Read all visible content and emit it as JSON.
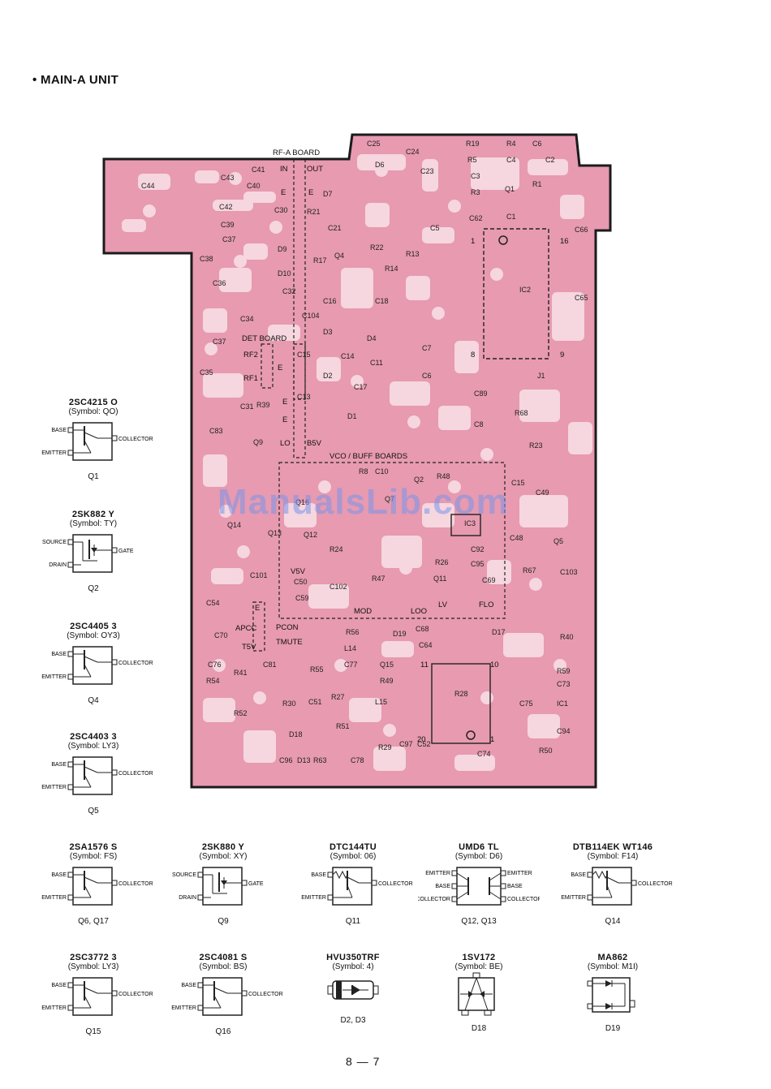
{
  "section_title": "• MAIN-A UNIT",
  "page_number": "8 — 7",
  "watermark": "ManualsLib.com",
  "board": {
    "sub_boards": [
      {
        "label": "RF-A BOARD",
        "pins": [
          "IN",
          "OUT",
          "E",
          "E"
        ]
      },
      {
        "label": "DET BOARD",
        "pins": [
          "RF2",
          "RF1",
          "E",
          "E",
          "E",
          "LO",
          "B5V"
        ]
      },
      {
        "label": "VCO / BUFF BOARDS",
        "pins": [
          "V5V",
          "MOD",
          "LOO",
          "LV",
          "FLO",
          "APCC",
          "T5V",
          "PCON",
          "TMUTE",
          "E"
        ]
      }
    ],
    "ic_pins": [
      "1",
      "16",
      "8",
      "9",
      "11",
      "10",
      "20",
      "1"
    ],
    "components": [
      "C25",
      "C24",
      "R19",
      "R4",
      "C6",
      "C41",
      "C43",
      "C40",
      "C44",
      "D6",
      "C23",
      "R5",
      "C4",
      "C2",
      "C3",
      "R3",
      "Q1",
      "R1",
      "D7",
      "C42",
      "C39",
      "C37",
      "C30",
      "R21",
      "C21",
      "C62",
      "C1",
      "C66",
      "C38",
      "D9",
      "R17",
      "Q4",
      "R22",
      "R13",
      "C5",
      "C36",
      "D10",
      "C32",
      "R14",
      "IC2",
      "C16",
      "C65",
      "C34",
      "C104",
      "C18",
      "C37",
      "D3",
      "D4",
      "C15",
      "C7",
      "J1",
      "C35",
      "C14",
      "C11",
      "C6",
      "C13",
      "D2",
      "C17",
      "C89",
      "C31",
      "R39",
      "D1",
      "R68",
      "C83",
      "Q9",
      "C8",
      "R23",
      "Q2",
      "R48",
      "C10",
      "R8",
      "C15",
      "C49",
      "Q7",
      "Q16",
      "Q14",
      "Q13",
      "Q12",
      "IC3",
      "C48",
      "Q5",
      "R24",
      "C92",
      "C101",
      "R26",
      "C95",
      "R67",
      "C103",
      "C50",
      "C102",
      "R47",
      "Q11",
      "C69",
      "C59",
      "C54",
      "C70",
      "R56",
      "D19",
      "C68",
      "D17",
      "R40",
      "L14",
      "C64",
      "C76",
      "R41",
      "C81",
      "R55",
      "C77",
      "Q15",
      "R54",
      "R49",
      "R59",
      "C73",
      "R27",
      "R28",
      "C75",
      "IC1",
      "R30",
      "C51",
      "L15",
      "R52",
      "R51",
      "C94",
      "D18",
      "R29",
      "R50",
      "C96",
      "D13",
      "R63",
      "C78",
      "C74",
      "C97",
      "C52"
    ]
  },
  "packages": [
    {
      "name": "2SC4215  O",
      "symbol": "(Symbol: QO)",
      "ref": "Q1",
      "kind": "npn",
      "pins": [
        "BASE",
        "EMITTER",
        "COLLECTOR"
      ]
    },
    {
      "name": "2SK882  Y",
      "symbol": "(Symbol: TY)",
      "ref": "Q2",
      "kind": "fet",
      "pins": [
        "SOURCE",
        "DRAIN",
        "GATE"
      ]
    },
    {
      "name": "2SC4405  3",
      "symbol": "(Symbol: OY3)",
      "ref": "Q4",
      "kind": "npn",
      "pins": [
        "BASE",
        "EMITTER",
        "COLLECTOR"
      ]
    },
    {
      "name": "2SC4403  3",
      "symbol": "(Symbol: LY3)",
      "ref": "Q5",
      "kind": "npn",
      "pins": [
        "BASE",
        "EMITTER",
        "COLLECTOR"
      ]
    },
    {
      "name": "2SA1576  S",
      "symbol": "(Symbol: FS)",
      "ref": "Q6, Q17",
      "kind": "npn",
      "pins": [
        "BASE",
        "EMITTER",
        "COLLECTOR"
      ]
    },
    {
      "name": "2SK880  Y",
      "symbol": "(Symbol: XY)",
      "ref": "Q9",
      "kind": "fet",
      "pins": [
        "SOURCE",
        "DRAIN",
        "GATE"
      ]
    },
    {
      "name": "DTC144TU",
      "symbol": "(Symbol: 06)",
      "ref": "Q11",
      "kind": "dtr",
      "pins": [
        "BASE",
        "EMITTER",
        "COLLECTOR"
      ]
    },
    {
      "name": "UMD6  TL",
      "symbol": "(Symbol: D6)",
      "ref": "Q12, Q13",
      "kind": "dual",
      "pins": [
        "EMITTER",
        "BASE",
        "COLLECTOR",
        "EMITTER",
        "BASE",
        "COLLECTOR"
      ]
    },
    {
      "name": "DTB114EK  WT146",
      "symbol": "(Symbol: F14)",
      "ref": "Q14",
      "kind": "dtr",
      "pins": [
        "BASE",
        "EMITTER",
        "COLLECTOR"
      ]
    },
    {
      "name": "2SC3772  3",
      "symbol": "(Symbol: LY3)",
      "ref": "Q15",
      "kind": "npn",
      "pins": [
        "BASE",
        "EMITTER",
        "COLLECTOR"
      ]
    },
    {
      "name": "2SC4081  S",
      "symbol": "(Symbol: BS)",
      "ref": "Q16",
      "kind": "npn",
      "pins": [
        "BASE",
        "EMITTER",
        "COLLECTOR"
      ]
    },
    {
      "name": "HVU350TRF",
      "symbol": "(Symbol: 4)",
      "ref": "D2, D3",
      "kind": "diode",
      "pins": []
    },
    {
      "name": "1SV172",
      "symbol": "(Symbol: BE)",
      "ref": "D18",
      "kind": "dual-diode",
      "pins": []
    },
    {
      "name": "MA862",
      "symbol": "(Symbol: M1I)",
      "ref": "D19",
      "kind": "ma862",
      "pins": []
    }
  ],
  "colors": {
    "board_fill": "#e79ab0",
    "board_light": "#f3c7d3",
    "outline": "#1b1b1b"
  }
}
